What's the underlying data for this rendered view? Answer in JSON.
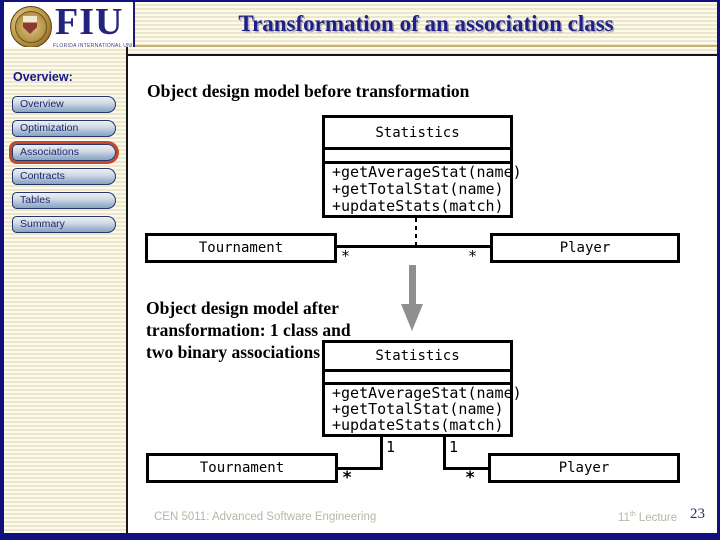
{
  "header": {
    "logo": {
      "acronym": "FIU",
      "university": "FLORIDA INTERNATIONAL UNIVERSITY"
    },
    "title": "Transformation of an association class"
  },
  "sidebar": {
    "label": "Overview:",
    "items": [
      {
        "label": "Overview",
        "active": false
      },
      {
        "label": "Optimization",
        "active": false
      },
      {
        "label": "Associations",
        "active": true
      },
      {
        "label": "Contracts",
        "active": false
      },
      {
        "label": "Tables",
        "active": false
      },
      {
        "label": "Summary",
        "active": false
      }
    ]
  },
  "main": {
    "heading_before": "Object design model before transformation",
    "heading_after_lines": {
      "0": "Object design model after",
      "1": "transformation: 1 class and",
      "2": "two binary associations"
    },
    "diagram_before": {
      "class_box": {
        "name": "Statistics",
        "methods": [
          "+getAverageStat(name)",
          "+getTotalStat(name)",
          "+updateStats(match)"
        ]
      },
      "left_class": "Tournament",
      "right_class": "Player",
      "left_multiplicity": "*",
      "right_multiplicity": "*"
    },
    "diagram_after": {
      "class_box": {
        "name": "Statistics",
        "methods": [
          "+getAverageStat(name)",
          "+getTotalStat(name)",
          "+updateStats(match)"
        ]
      },
      "left_class": "Tournament",
      "right_class": "Player",
      "stat_left_multiplicity": "1",
      "stat_right_multiplicity": "1",
      "left_multiplicity": "*",
      "right_multiplicity": "*"
    }
  },
  "footer": {
    "course": "CEN 5011: Advanced Software Engineering",
    "lecture_number": "11",
    "lecture_ordinal": "th",
    "lecture_label": "Lecture",
    "page": "23"
  },
  "colors": {
    "accent_navy": "#10107e",
    "title_navy": "#1f1f8a",
    "highlight_red": "#c7492b",
    "arrow_gray": "#8f8f8f",
    "stripe_cream": "#ece7cb",
    "footer_gray": "#b6b6a8"
  }
}
